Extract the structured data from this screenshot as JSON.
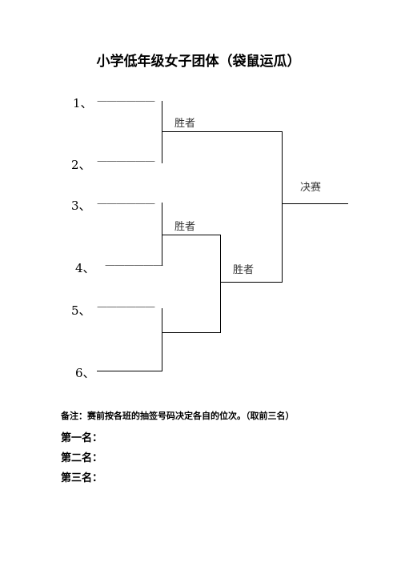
{
  "title": "小学低年级女子团体（袋鼠运瓜）",
  "slots": [
    "1、",
    "2、",
    "3、",
    "4、",
    "5、",
    "6、"
  ],
  "blank": "——————",
  "winner_label": "胜者",
  "final_label": "决赛",
  "note": "备注：赛前按各班的抽签号码决定各自的位次。（取前三名）",
  "rankings": [
    "第一名：",
    "第二名：",
    "第三名："
  ]
}
